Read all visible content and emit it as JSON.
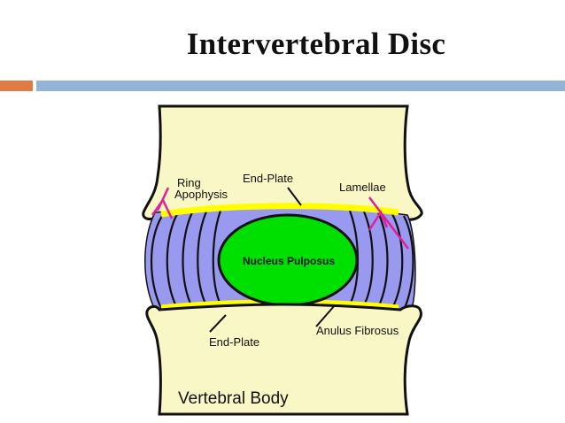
{
  "slide": {
    "title": "Intervertebral Disc"
  },
  "colors": {
    "accent_orange": "#e07b45",
    "accent_blue": "#95b3d7",
    "vertebral_body": "#f9f7c6",
    "disc": "#9999f0",
    "nucleus": "#00e000",
    "end_plate": "#ffff00",
    "marker": "#e0209a"
  },
  "diagram": {
    "labels": {
      "ring_line1": "Ring",
      "ring_line2": "Apophysis",
      "end_plate_top": "End-Plate",
      "lamellae": "Lamellae",
      "nucleus": "Nucleus Pulposus",
      "end_plate_bottom": "End-Plate",
      "anulus": "Anulus Fibrosus",
      "vertebral_body": "Vertebral Body"
    }
  }
}
